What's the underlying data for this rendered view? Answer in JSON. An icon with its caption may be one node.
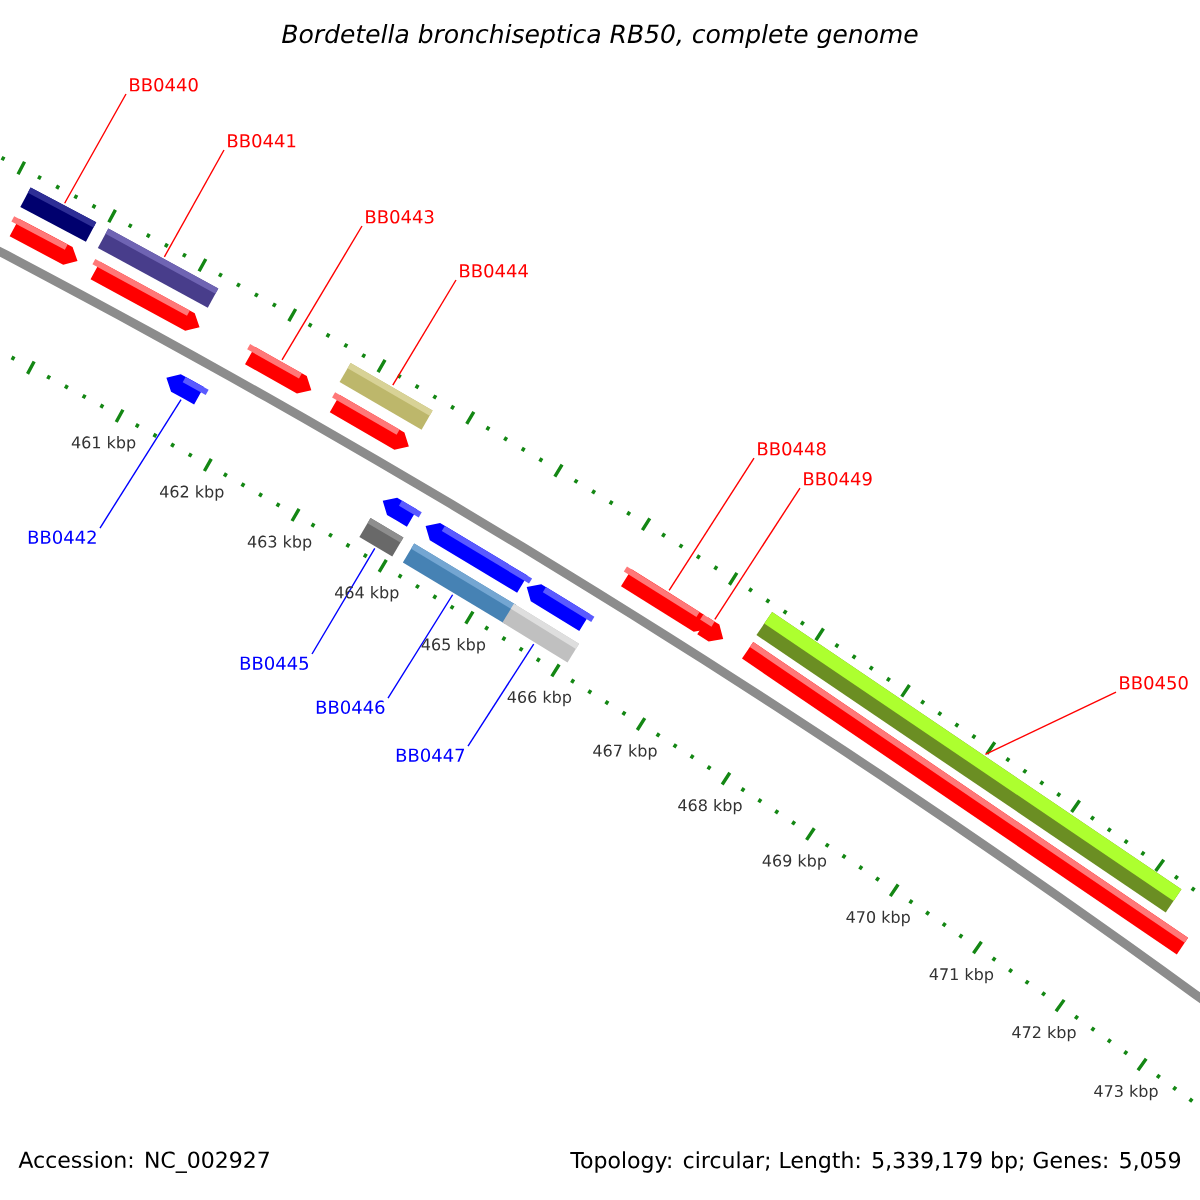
{
  "diagram": {
    "title": "Bordetella bronchiseptica RB50, complete genome",
    "nodes": [
      {
        "text": [
          "BB0440"
        ]
      },
      {
        "text": [
          "BB0441"
        ]
      },
      {
        "text": [
          "BB0443"
        ]
      },
      {
        "text": [
          "BB0444"
        ]
      },
      {
        "text": [
          "BB0448"
        ]
      },
      {
        "text": [
          "BB0449"
        ]
      },
      {
        "text": [
          "BB0442"
        ]
      },
      {
        "text": [
          "BB0445"
        ]
      },
      {
        "text": [
          "BB0450"
        ]
      },
      {
        "text": [
          "BB0446"
        ]
      },
      {
        "text": [
          "BB0447"
        ]
      },
      {
        "text": [],
        "shape": "arrow"
      },
      {
        "text": [],
        "shape": "box"
      },
      {
        "text": [],
        "shape": "arrow"
      },
      {
        "text": [],
        "shape": "box"
      },
      {
        "text": [],
        "shape": "arrow"
      },
      {
        "text": [],
        "shape": "arrow"
      },
      {
        "text": [],
        "shape": "arrow"
      },
      {
        "text": [],
        "shape": "box"
      },
      {
        "text": [],
        "shape": "box"
      },
      {
        "text": [],
        "shape": "arrow"
      },
      {
        "text": [],
        "shape": "box"
      },
      {
        "text": [],
        "shape": "arrow"
      },
      {
        "text": [],
        "shape": "box"
      },
      {
        "text": [],
        "shape": "arrow"
      },
      {
        "text": [],
        "shape": "arrow"
      },
      {
        "text": [],
        "shape": "arrow"
      },
      {
        "text": [],
        "shape": "box"
      },
      {
        "text": [],
        "shape": "box"
      }
    ],
    "edges": [
      {
        "from": 0,
        "to": 12,
        "arrow": "none"
      },
      {
        "from": 1,
        "to": 14,
        "arrow": "none"
      },
      {
        "from": 2,
        "to": 16,
        "arrow": "none"
      },
      {
        "from": 3,
        "to": 18,
        "arrow": "none"
      },
      {
        "from": 4,
        "to": 25,
        "arrow": "none"
      },
      {
        "from": 5,
        "to": 26,
        "arrow": "none"
      },
      {
        "from": 8,
        "to": 28,
        "arrow": "none"
      },
      {
        "from": 6,
        "to": 15,
        "arrow": "none",
        "color": "#0000ff"
      },
      {
        "from": 7,
        "to": 19,
        "arrow": "none",
        "color": "#0000ff"
      },
      {
        "from": 9,
        "to": 21,
        "arrow": "none",
        "color": "#0000ff"
      },
      {
        "from": 10,
        "to": 23,
        "arrow": "none",
        "color": "#0000ff"
      }
    ],
    "labels": [
      "461 kbp",
      "462 kbp",
      "463 kbp",
      "464 kbp",
      "465 kbp",
      "466 kbp",
      "467 kbp",
      "468 kbp",
      "469 kbp",
      "470 kbp",
      "471 kbp",
      "472 kbp",
      "473 kbp",
      "Accession: NC_002927",
      "Topology: circular; Length: 5,339,179 bp; Genes: 5,059"
    ]
  }
}
